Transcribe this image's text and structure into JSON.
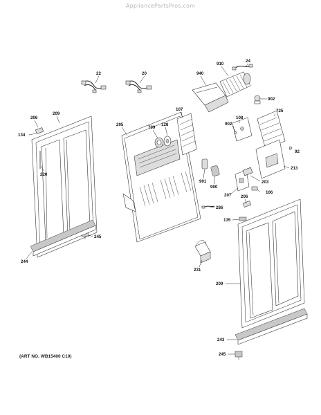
{
  "watermark": "AppliancePartsPros.com",
  "art_number": "(ART NO. WB15400 C10)",
  "callouts": [
    {
      "id": "c22",
      "text": "22"
    },
    {
      "id": "c20",
      "text": "20"
    },
    {
      "id": "c940",
      "text": "940"
    },
    {
      "id": "c910",
      "text": "910"
    },
    {
      "id": "c24",
      "text": "24"
    },
    {
      "id": "c902a",
      "text": "902"
    },
    {
      "id": "c206a",
      "text": "206"
    },
    {
      "id": "c209a",
      "text": "209"
    },
    {
      "id": "c134",
      "text": "134"
    },
    {
      "id": "c205",
      "text": "205"
    },
    {
      "id": "c107",
      "text": "107"
    },
    {
      "id": "c709",
      "text": "709"
    },
    {
      "id": "c128",
      "text": "128"
    },
    {
      "id": "c902b",
      "text": "902"
    },
    {
      "id": "c108",
      "text": "108"
    },
    {
      "id": "c725",
      "text": "725"
    },
    {
      "id": "c92",
      "text": "92"
    },
    {
      "id": "c220",
      "text": "220"
    },
    {
      "id": "c213",
      "text": "213"
    },
    {
      "id": "c901",
      "text": "901"
    },
    {
      "id": "c900",
      "text": "900"
    },
    {
      "id": "c203",
      "text": "203"
    },
    {
      "id": "c106",
      "text": "106"
    },
    {
      "id": "c207",
      "text": "207"
    },
    {
      "id": "c206b",
      "text": "206"
    },
    {
      "id": "c286",
      "text": "286"
    },
    {
      "id": "c135",
      "text": "135"
    },
    {
      "id": "c245a",
      "text": "245"
    },
    {
      "id": "c244",
      "text": "244"
    },
    {
      "id": "c231",
      "text": "231"
    },
    {
      "id": "c209b",
      "text": "209"
    },
    {
      "id": "c243",
      "text": "243"
    },
    {
      "id": "c245b",
      "text": "245"
    }
  ]
}
